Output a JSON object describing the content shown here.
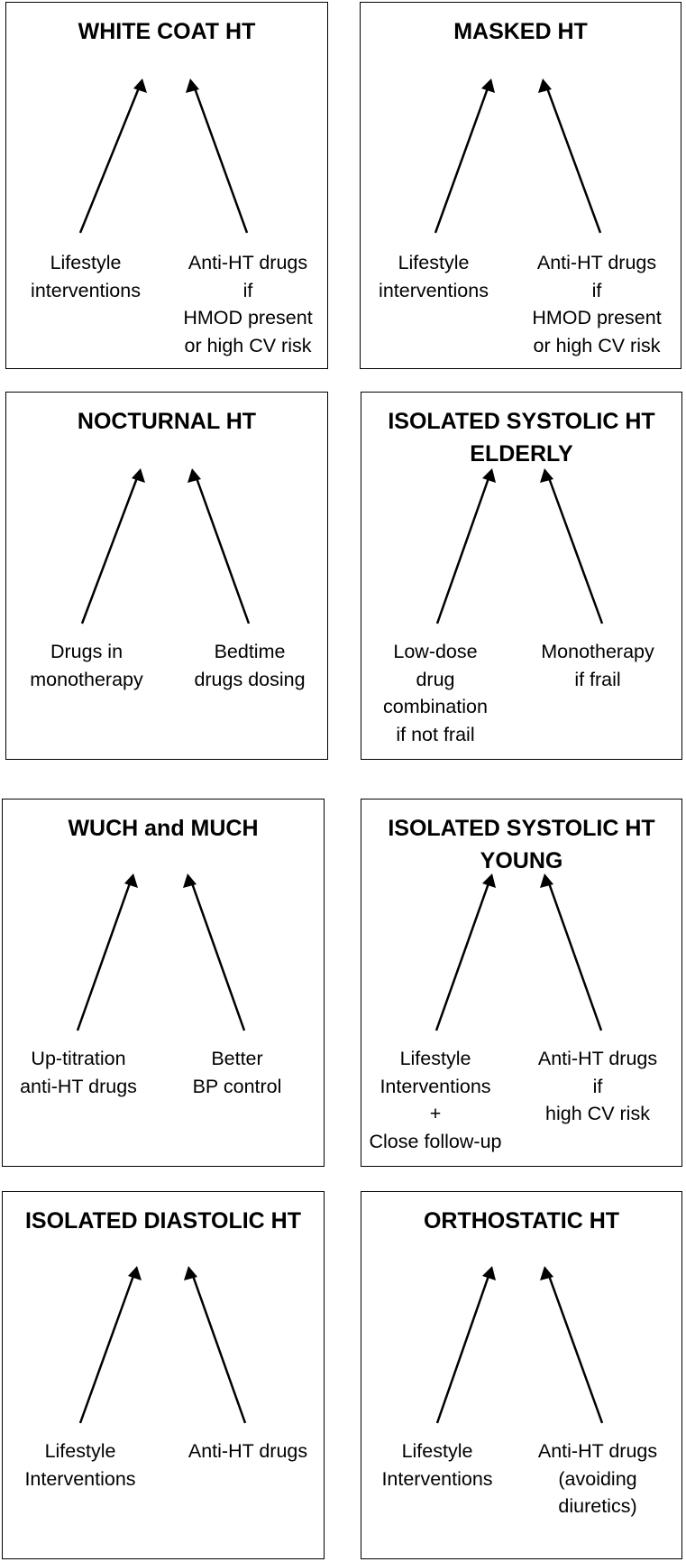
{
  "panels": [
    {
      "title": "WHITE COAT HT",
      "left_option": "Lifestyle\ninterventions",
      "right_option": "Anti-HT drugs\nif\nHMOD present\nor high CV risk"
    },
    {
      "title": "MASKED HT",
      "left_option": "Lifestyle\ninterventions",
      "right_option": "Anti-HT drugs\nif\nHMOD present\nor high CV risk"
    },
    {
      "title": "NOCTURNAL HT",
      "left_option": "Drugs in\nmonotherapy",
      "right_option": "Bedtime\ndrugs dosing"
    },
    {
      "title": "ISOLATED SYSTOLIC HT\nELDERLY",
      "left_option": "Low-dose\ndrug\ncombination\nif not frail",
      "right_option": "Monotherapy\nif frail"
    },
    {
      "title": "WUCH and MUCH",
      "left_option": "Up-titration\nanti-HT drugs",
      "right_option": "Better\nBP control"
    },
    {
      "title": "ISOLATED SYSTOLIC HT\nYOUNG",
      "left_option": "Lifestyle\nInterventions\n+\nClose follow-up",
      "right_option": "Anti-HT drugs\nif\nhigh CV risk"
    },
    {
      "title": "ISOLATED DIASTOLIC HT",
      "left_option": "Lifestyle\nInterventions",
      "right_option": "Anti-HT drugs"
    },
    {
      "title": "ORTHOSTATIC HT",
      "left_option": "Lifestyle\nInterventions",
      "right_option": "Anti-HT drugs\n(avoiding\ndiuretics)"
    }
  ]
}
